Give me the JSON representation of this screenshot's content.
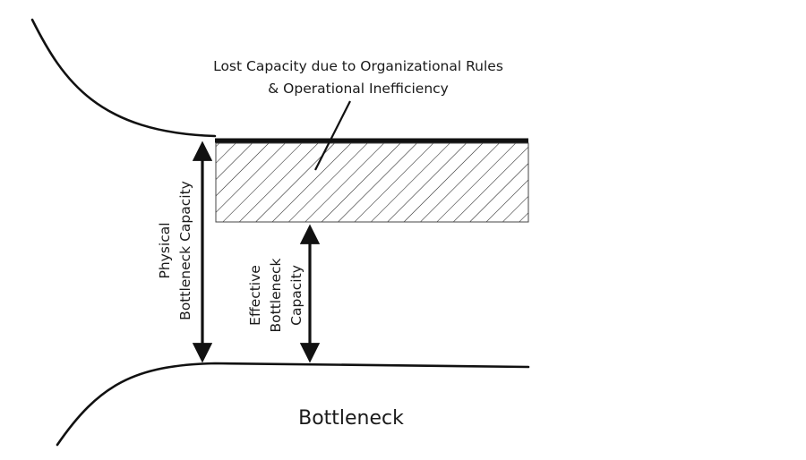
{
  "diagram": {
    "lost_capacity_label": {
      "line1": "Lost Capacity due to Organizational Rules",
      "line2": "& Operational Inefficiency"
    },
    "physical_label": {
      "line1": "Physical",
      "line2": "Bottleneck Capacity"
    },
    "effective_label": {
      "line1": "Effective",
      "line2": "Bottleneck",
      "line3": "Capacity"
    },
    "title": "Bottleneck",
    "colors": {
      "ink": "#111111",
      "background": "#ffffff"
    }
  }
}
